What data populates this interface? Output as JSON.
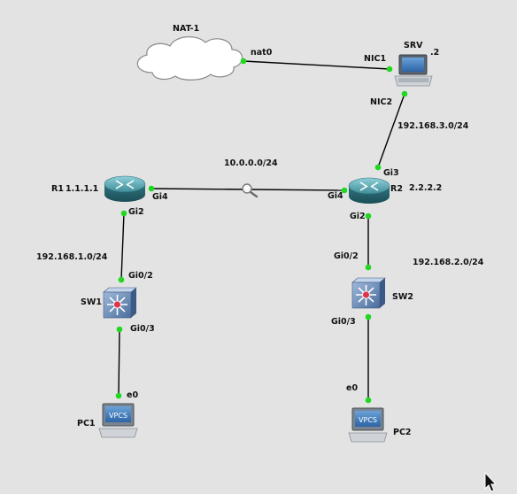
{
  "topology": {
    "nodes": {
      "nat": {
        "label": "NAT-1",
        "type": "cloud",
        "port": "nat0"
      },
      "srv": {
        "label": "SRV",
        "type": "host",
        "suffix": ".2",
        "ports": [
          "NIC1",
          "NIC2"
        ]
      },
      "r1": {
        "label": "R1",
        "id": "1.1.1.1",
        "type": "router",
        "ports": [
          "Gi4",
          "Gi2"
        ]
      },
      "r2": {
        "label": "R2",
        "id": "2.2.2.2",
        "type": "router",
        "ports": [
          "Gi3",
          "Gi4",
          "Gi2"
        ]
      },
      "sw1": {
        "label": "SW1",
        "type": "switch",
        "ports": [
          "Gi0/2",
          "Gi0/3"
        ]
      },
      "sw2": {
        "label": "SW2",
        "type": "switch",
        "ports": [
          "Gi0/2",
          "Gi0/3"
        ]
      },
      "pc1": {
        "label": "PC1",
        "type": "vpcs",
        "badge": "VPCS",
        "port": "e0"
      },
      "pc2": {
        "label": "PC2",
        "type": "vpcs",
        "badge": "VPCS",
        "port": "e0"
      }
    },
    "subnets": {
      "r1_r2": "10.0.0.0/24",
      "r2_srv": "192.168.3.0/24",
      "r1_sw1": "192.168.1.0/24",
      "r2_sw2": "192.168.2.0/24"
    },
    "links": [
      {
        "from": "nat.nat0",
        "to": "srv.NIC1"
      },
      {
        "from": "srv.NIC2",
        "to": "r2.Gi3"
      },
      {
        "from": "r1.Gi4",
        "to": "r2.Gi4",
        "capture": true
      },
      {
        "from": "r1.Gi2",
        "to": "sw1.Gi0/2"
      },
      {
        "from": "sw1.Gi0/3",
        "to": "pc1.e0"
      },
      {
        "from": "r2.Gi2",
        "to": "sw2.Gi0/2"
      },
      {
        "from": "sw2.Gi0/3",
        "to": "pc2.e0"
      }
    ],
    "icons": {
      "capture": "magnifier-icon",
      "cursor": "mouse-pointer-icon"
    },
    "colors": {
      "canvas": "#e3e3e3",
      "port_up": "#1fd81f",
      "router": "#3d8a96",
      "switch": "#5b7fae",
      "link": "#000000"
    }
  }
}
